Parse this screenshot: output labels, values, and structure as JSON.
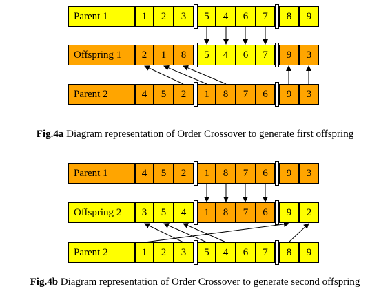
{
  "fig_a": {
    "parent1": {
      "label": "Parent 1",
      "values": [
        "1",
        "2",
        "3",
        "5",
        "4",
        "6",
        "7",
        "8",
        "9"
      ]
    },
    "offspring": {
      "label": "Offspring 1",
      "values": [
        "2",
        "1",
        "8",
        "5",
        "4",
        "6",
        "7",
        "9",
        "3"
      ]
    },
    "parent2": {
      "label": "Parent 2",
      "values": [
        "4",
        "5",
        "2",
        "1",
        "8",
        "7",
        "6",
        "9",
        "3"
      ]
    },
    "caption_prefix": "Fig.4a",
    "caption_text": " Diagram representation of Order Crossover to generate first offspring"
  },
  "fig_b": {
    "parent1": {
      "label": "Parent 1",
      "values": [
        "4",
        "5",
        "2",
        "1",
        "8",
        "7",
        "6",
        "9",
        "3"
      ]
    },
    "offspring": {
      "label": "Offspring 2",
      "values": [
        "3",
        "5",
        "4",
        "1",
        "8",
        "7",
        "6",
        "9",
        "2"
      ]
    },
    "parent2": {
      "label": "Parent 2",
      "values": [
        "1",
        "2",
        "3",
        "5",
        "4",
        "6",
        "7",
        "8",
        "9"
      ]
    },
    "caption_prefix": "Fig.4b",
    "caption_text": " Diagram representation of Order Crossover to generate second offspring"
  },
  "colors": {
    "yellow": "#ffff00",
    "orange": "#ffa500"
  }
}
